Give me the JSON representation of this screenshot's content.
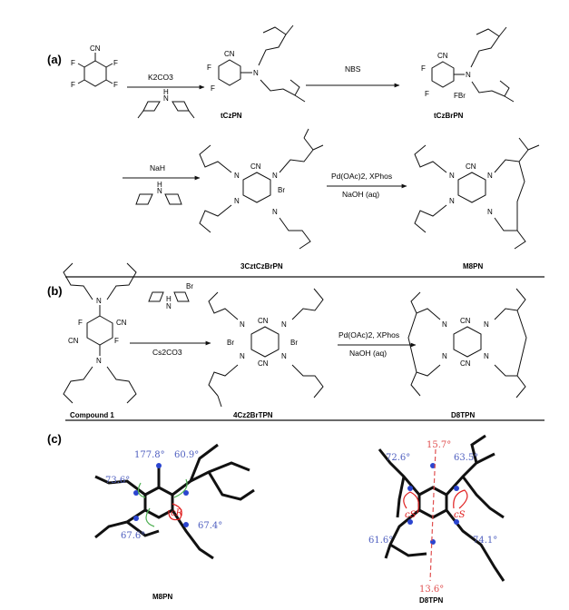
{
  "panels": {
    "a": "(a)",
    "b": "(b)",
    "c": "(c)"
  },
  "atoms": {
    "cn": "CN",
    "f": "F",
    "h": "H",
    "n": "N",
    "br": "Br",
    "fbr": "FBr"
  },
  "compounds": {
    "tczpn": "tCzPN",
    "tczbrpn": "tCzBrPN",
    "czt": "3CztCzBrPN",
    "m8pn": "M8PN",
    "compound1": "Compound 1",
    "cz2br": "4Cz2BrTPN",
    "d8tpn": "D8TPN",
    "m8pn_xray": "M8PN",
    "d8tpn_xray": "D8TPN"
  },
  "reagents": {
    "k2co3": "K2CO3",
    "nbs": "NBS",
    "nah": "NaH",
    "pd1": "Pd(OAc)2, XPhos",
    "naoh1": "NaOH (aq)",
    "cs2co3": "Cs2CO3",
    "pd2": "Pd(OAc)2, XPhos",
    "naoh2": "NaOH (aq)"
  },
  "angles": {
    "m8pn": [
      "177.8°",
      "60.9°",
      "73.6°",
      "67.6°",
      "67.4°"
    ],
    "d8tpn": [
      "15.7°",
      "72.6°",
      "63.5°",
      "61.6°",
      "74.1°",
      "13.6°"
    ]
  },
  "chirality": {
    "m8pn": "cR",
    "d8tpn_left": "cS",
    "d8tpn_right": "cS"
  }
}
